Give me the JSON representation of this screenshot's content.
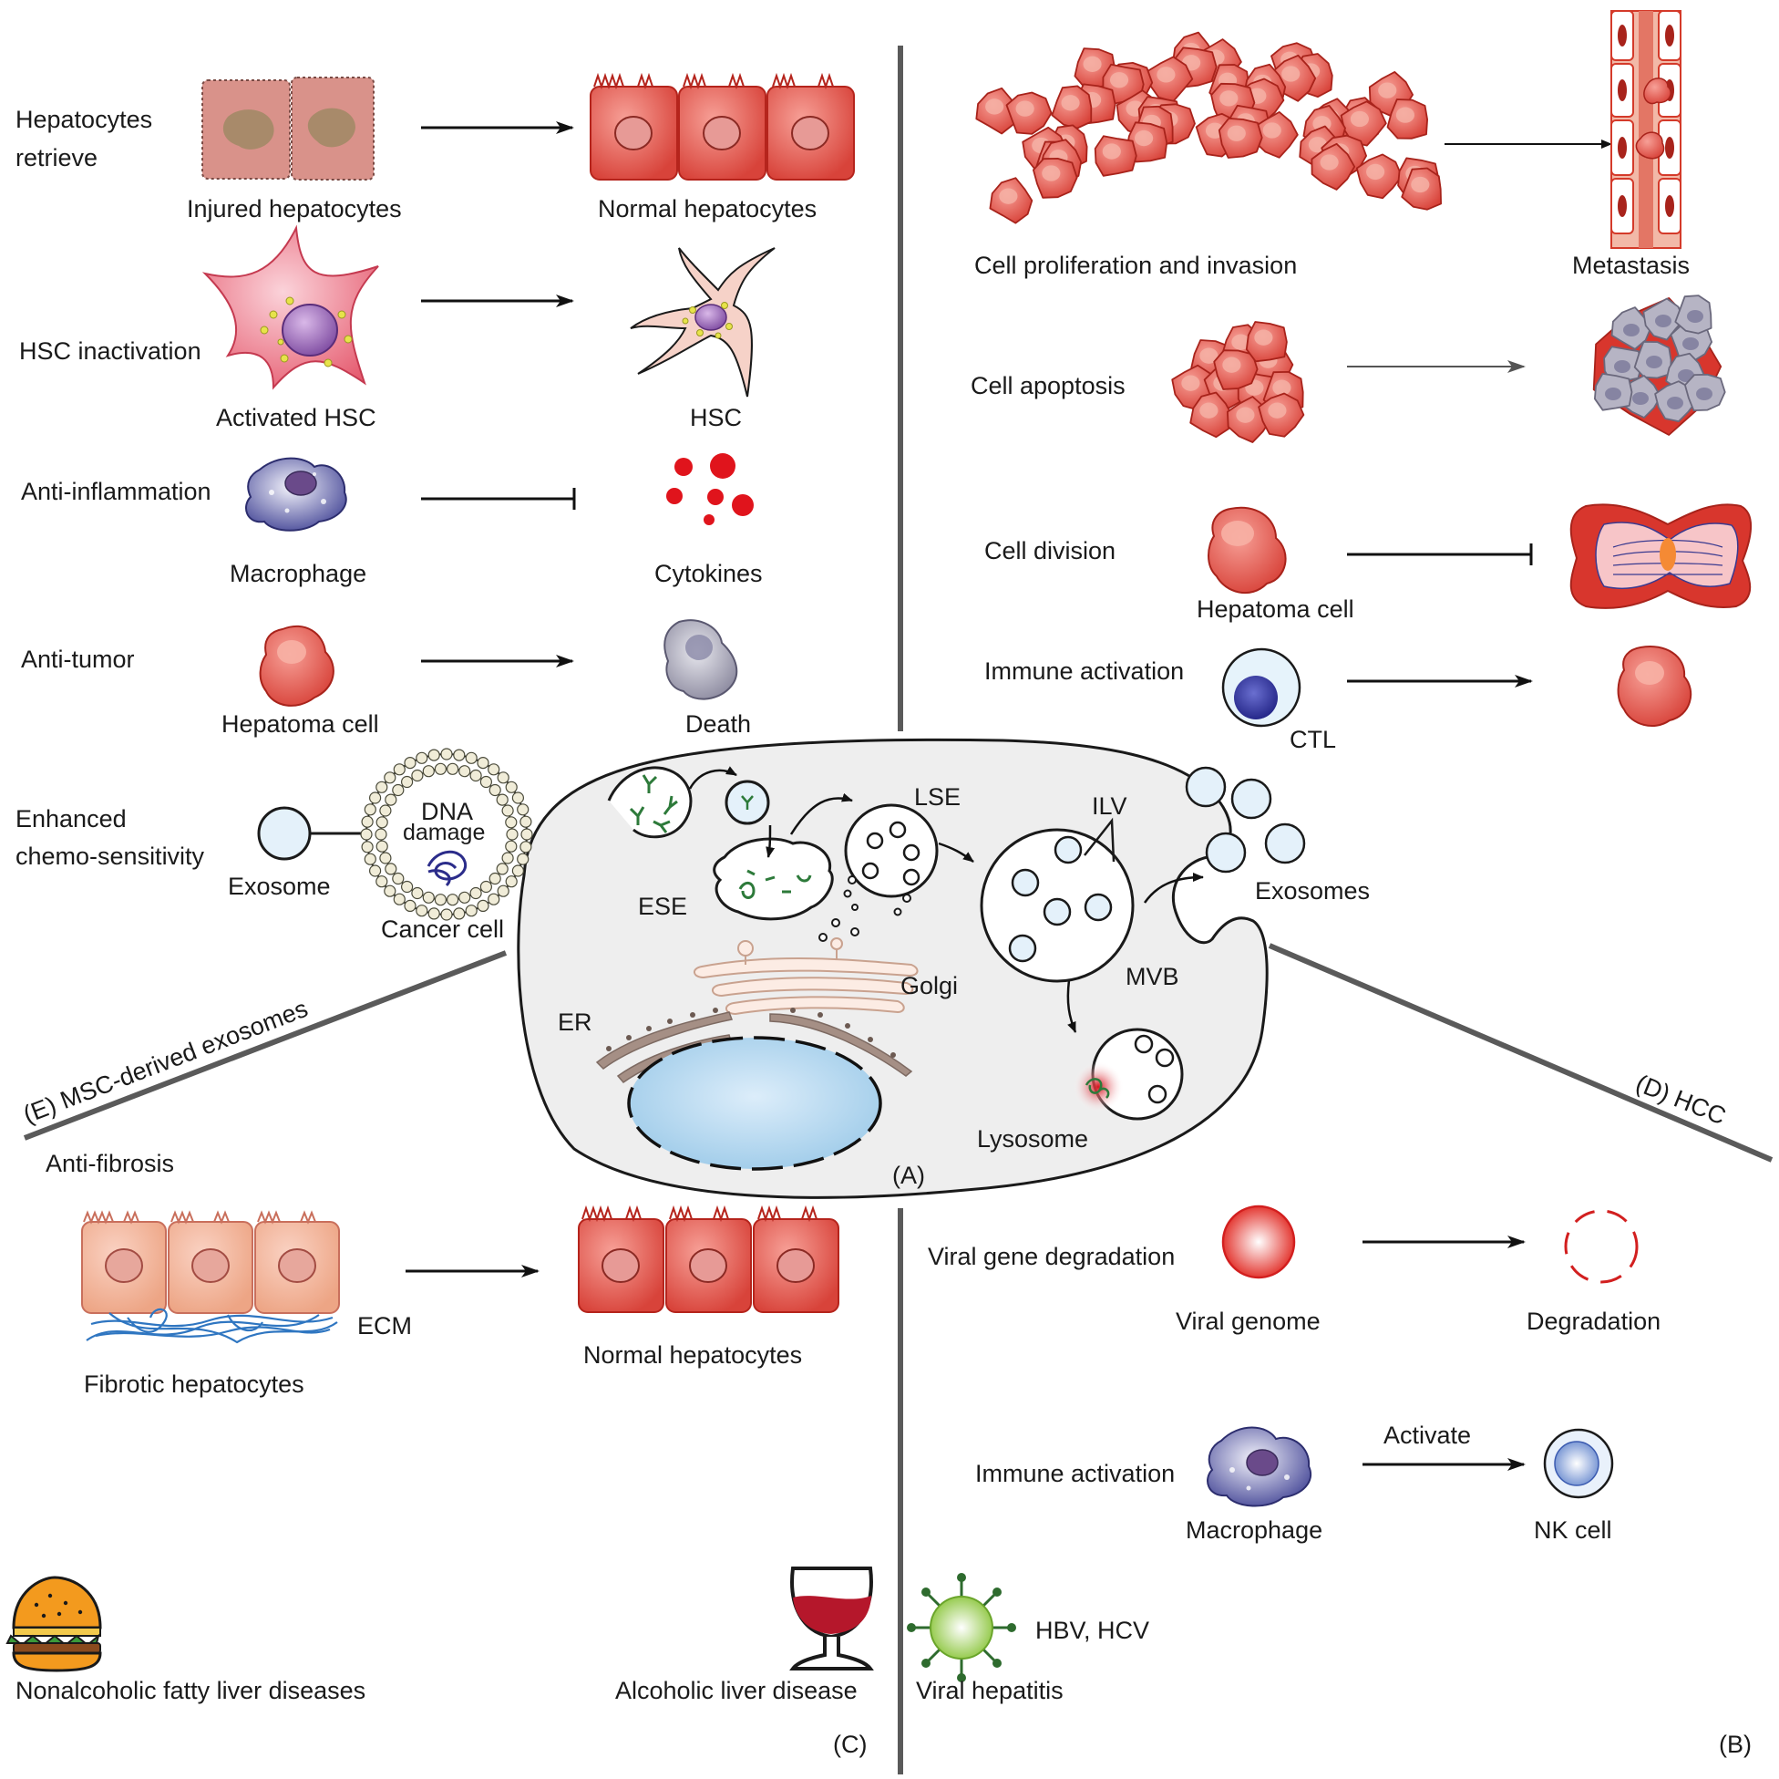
{
  "panels": {
    "A": "(A)",
    "B": "(B)",
    "C": "(C)",
    "D": "(D) HCC",
    "E": "(E)  MSC-derived exosomes"
  },
  "cell": {
    "LSE": "LSE",
    "ILV": "ILV",
    "ESE": "ESE",
    "Golgi": "Golgi",
    "ER": "ER",
    "MVB": "MVB",
    "Lysosome": "Lysosome",
    "Exosomes": "Exosomes"
  },
  "panelE": {
    "hep_retrieve_1": "Hepatocytes",
    "hep_retrieve_2": "retrieve",
    "injured": "Injured hepatocytes",
    "normal": "Normal hepatocytes",
    "hsc_inact": "HSC inactivation",
    "activated_hsc": "Activated HSC",
    "hsc": "HSC",
    "anti_infl": "Anti-inflammation",
    "macrophage": "Macrophage",
    "cytokines": "Cytokines",
    "anti_tumor": "Anti-tumor",
    "hepatoma": "Hepatoma cell",
    "death": "Death",
    "enh_1": "Enhanced",
    "enh_2": "chemo-sensitivity",
    "exosome": "Exosome",
    "dna": "DNA",
    "damage": "damage",
    "cancer": "Cancer cell"
  },
  "panelD": {
    "prolif": "Cell proliferation and invasion",
    "metastasis": "Metastasis",
    "apoptosis": "Cell apoptosis",
    "division": "Cell division",
    "hepatoma": "Hepatoma cell",
    "immune": "Immune activation",
    "ctl": "CTL"
  },
  "panelC": {
    "anti_fib": "Anti-fibrosis",
    "ecm": "ECM",
    "fibrotic": "Fibrotic hepatocytes",
    "normal": "Normal hepatocytes",
    "nafld": "Nonalcoholic fatty liver diseases",
    "ald": "Alcoholic liver disease"
  },
  "panelB": {
    "viral_deg": "Viral gene degradation",
    "viral_genome": "Viral genome",
    "degradation": "Degradation",
    "immune": "Immune activation",
    "activate": "Activate",
    "macrophage": "Macrophage",
    "nk": "NK cell",
    "hbv": "HBV, HCV",
    "viral_hep": "Viral hepatitis"
  },
  "colors": {
    "hepatocyte": "#e0534a",
    "hepatoma": "#d9463d",
    "hsc": "#e86b78",
    "macrophage": "#4a4a9a",
    "cytokine": "#e0141c",
    "dead": "#9a98a8",
    "nucleus_blue": "#bcdcf2",
    "exosome": "#e5f2fa",
    "divider": "#595959"
  }
}
